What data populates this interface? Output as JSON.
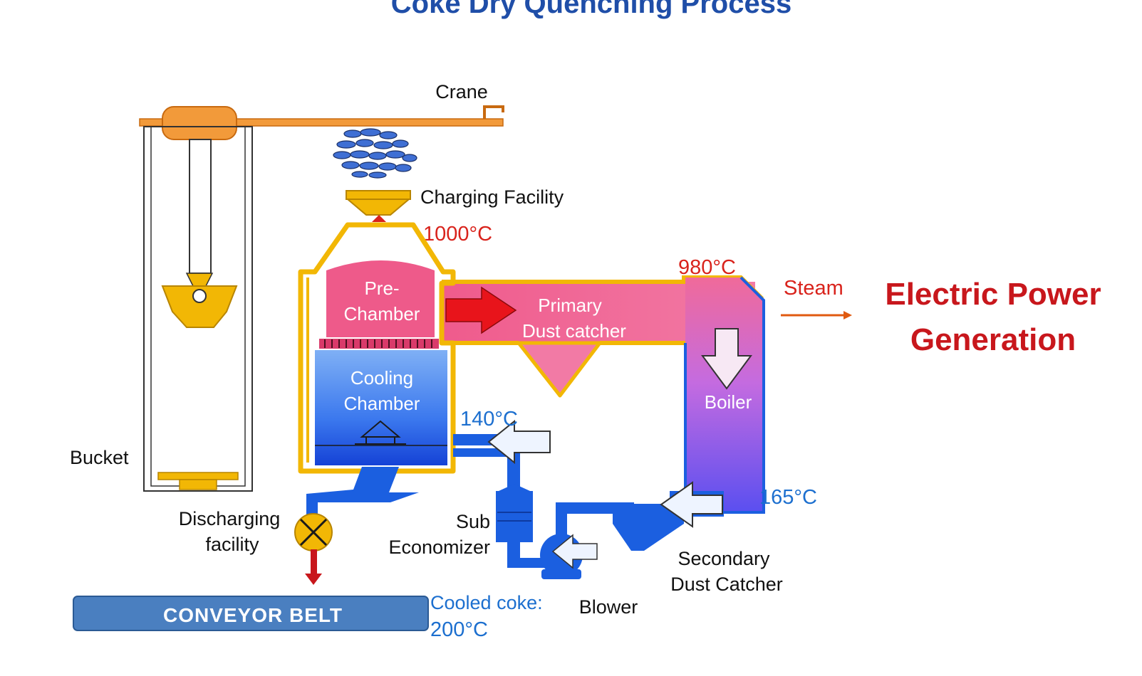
{
  "title": "Coke Dry Quenching Process",
  "labels": {
    "crane": "Crane",
    "charging_facility": "Charging Facility",
    "bucket": "Bucket",
    "pre_chamber_line1": "Pre-",
    "pre_chamber_line2": "Chamber",
    "cooling_chamber_line1": "Cooling",
    "cooling_chamber_line2": "Chamber",
    "primary_dust_line1": "Primary",
    "primary_dust_line2": "Dust catcher",
    "boiler": "Boiler",
    "steam": "Steam",
    "electric_power_line1": "Electric Power",
    "electric_power_line2": "Generation",
    "discharging_line1": "Discharging",
    "discharging_line2": "facility",
    "sub_economizer_line1": "Sub",
    "sub_economizer_line2": "Economizer",
    "secondary_dust_line1": "Secondary",
    "secondary_dust_line2": "Dust Catcher",
    "blower": "Blower",
    "conveyor_belt": "CONVEYOR BELT",
    "cooled_coke_line1": "Cooled coke:",
    "cooled_coke_line2": "200°C"
  },
  "temperatures": {
    "t_1000": "1000°C",
    "t_980": "980°C",
    "t_140": "140°C",
    "t_165": "165°C"
  },
  "colors": {
    "title": "#1f4ea8",
    "frame": "#f2b705",
    "crane": "#f29a3a",
    "hot_gas": "#ee5a8a",
    "cool_gas": "#2563e0",
    "duct_blue": "#1b5fe0",
    "temp_red": "#d9231c",
    "temp_blue": "#1c6fcf",
    "belt": "#4a7fc0"
  }
}
